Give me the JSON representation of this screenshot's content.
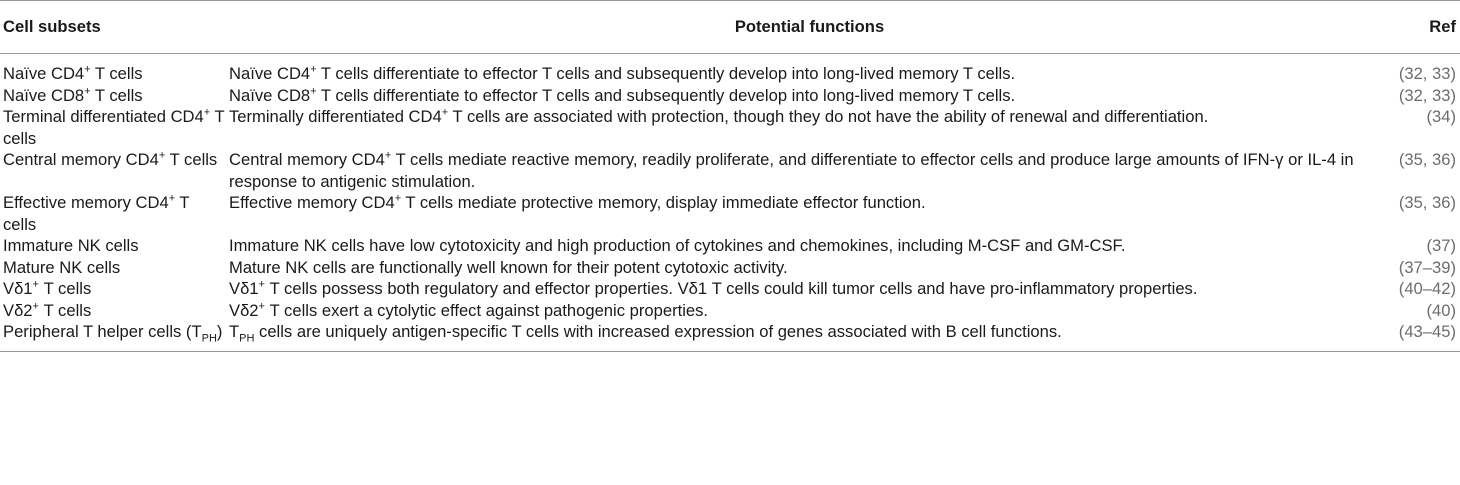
{
  "header": {
    "col1": "Cell subsets",
    "col2": "Potential functions",
    "col3": "Ref"
  },
  "rows": [
    {
      "subset_pre": "Naïve CD4",
      "subset_sup": "+",
      "subset_post": " T cells",
      "func_pre": "Naïve CD4",
      "func_sup": "+",
      "func_post": " T cells differentiate to effector T cells and subsequently develop into long-lived memory T cells.",
      "ref": "(32, 33)"
    },
    {
      "subset_pre": "Naïve CD8",
      "subset_sup": "+",
      "subset_post": " T cells",
      "func_pre": "Naïve CD8",
      "func_sup": "+",
      "func_post": " T cells differentiate to effector T cells and subsequently develop into long-lived memory T cells.",
      "ref": "(32, 33)"
    },
    {
      "subset_pre": "Terminal differentiated CD4",
      "subset_sup": "+",
      "subset_post": " T cells",
      "func_pre": "Terminally differentiated CD4",
      "func_sup": "+",
      "func_post": " T cells are associated with protection, though they do not have the ability of renewal and differentiation.",
      "ref": "(34)"
    },
    {
      "subset_pre": "Central memory CD4",
      "subset_sup": "+",
      "subset_post": " T cells",
      "func_pre": "Central memory CD4",
      "func_sup": "+",
      "func_post": " T cells mediate reactive memory, readily proliferate, and differentiate to effector cells and produce large amounts of IFN-γ or IL-4 in response to antigenic stimulation.",
      "ref": "(35, 36)"
    },
    {
      "subset_pre": "Effective memory CD4",
      "subset_sup": "+",
      "subset_post": " T cells",
      "func_pre": "Effective memory CD4",
      "func_sup": "+",
      "func_post": " T cells mediate protective memory, display immediate effector function.",
      "ref": "(35, 36)"
    },
    {
      "subset_pre": "Immature NK cells",
      "subset_sup": "",
      "subset_post": "",
      "func_pre": "Immature NK cells have low cytotoxicity and high production of cytokines and chemokines, including M-CSF and GM-CSF.",
      "func_sup": "",
      "func_post": "",
      "ref": "(37)"
    },
    {
      "subset_pre": "Mature NK cells",
      "subset_sup": "",
      "subset_post": "",
      "func_pre": "Mature NK cells are functionally well known for their potent cytotoxic activity.",
      "func_sup": "",
      "func_post": "",
      "ref": "(37–39)"
    },
    {
      "subset_pre": "Vδ1",
      "subset_sup": "+",
      "subset_post": " T cells",
      "func_pre": "Vδ1",
      "func_sup": "+",
      "func_post": " T cells possess both regulatory and effector properties. Vδ1 T cells could kill tumor cells and have pro-inflammatory properties.",
      "ref": "(40–42)"
    },
    {
      "subset_pre": "Vδ2",
      "subset_sup": "+",
      "subset_post": " T cells",
      "func_pre": "Vδ2",
      "func_sup": "+",
      "func_post": " T cells exert a cytolytic effect against pathogenic properties.",
      "ref": "(40)"
    },
    {
      "subset_pre": "Peripheral T helper cells (T",
      "subset_sub": "PH",
      "subset_post": ")",
      "func_pre": "T",
      "func_sub": "PH",
      "func_post": " cells are uniquely antigen-specific T cells with increased expression of genes associated with B cell functions.",
      "ref": "(43–45)"
    }
  ]
}
